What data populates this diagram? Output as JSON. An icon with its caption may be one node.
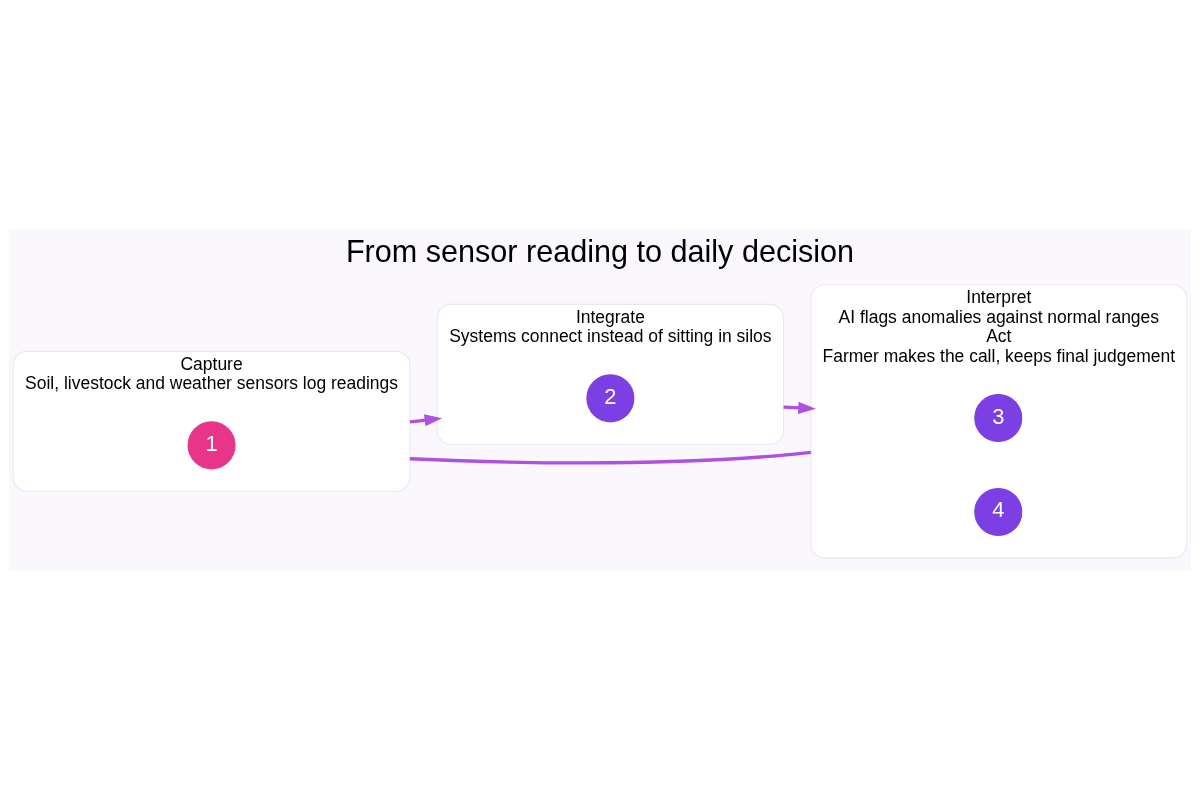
{
  "diagram": {
    "title": "From sensor reading to daily decision",
    "nodes": [
      {
        "text": [
          "Capture",
          "Soil, livestock and weather sensors log readings"
        ]
      },
      {
        "text": [
          "1"
        ],
        "in": 0
      },
      {
        "text": [
          "Integrate",
          "Systems connect instead of sitting in silos"
        ]
      },
      {
        "text": [
          "2"
        ],
        "in": 2
      },
      {
        "text": [
          "Interpret",
          "AI flags anomalies against normal ranges",
          "Act",
          "Farmer makes the call, keeps final judgement"
        ]
      },
      {
        "text": [
          "3"
        ],
        "in": 4
      },
      {
        "text": [
          "4"
        ],
        "in": 4
      }
    ],
    "edges": [
      {
        "from": 0,
        "to": 2,
        "arrow": "to"
      },
      {
        "from": 2,
        "to": 4,
        "arrow": "to"
      },
      {
        "from": 0,
        "to": 4,
        "arrow": "none"
      }
    ]
  }
}
